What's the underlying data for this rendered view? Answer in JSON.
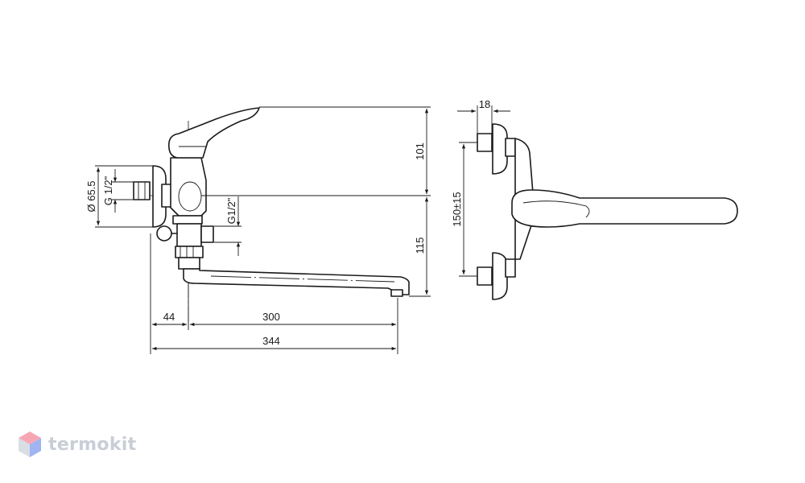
{
  "dimensions": {
    "d_65_5": "Ø 65.5",
    "g_half": "G 1/2\"",
    "g1_half": "G1/2\"",
    "h_101": "101",
    "h_115": "115",
    "w_44": "44",
    "w_300": "300",
    "w_344": "344",
    "w_18": "18",
    "h_150": "150±15"
  },
  "watermark": {
    "text": "termokit",
    "colors": {
      "hex_top": "#f5a8b4",
      "hex_right": "#9fb4f0",
      "hex_left": "#d9dde4",
      "text": "#c9ced6"
    }
  },
  "drawing_color": "#1a1a1a"
}
